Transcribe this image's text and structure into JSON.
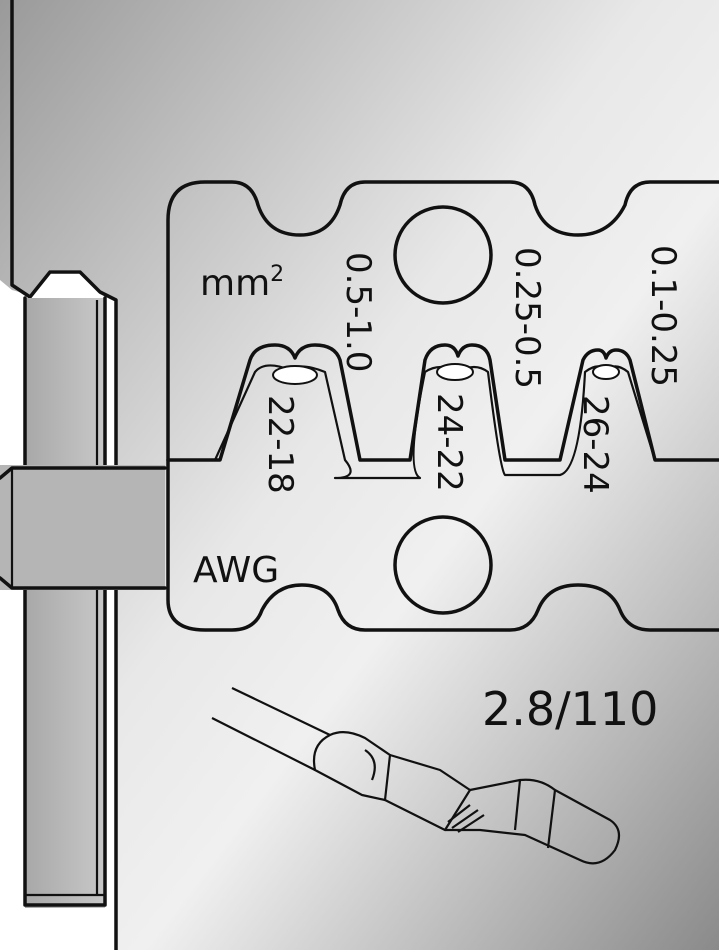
{
  "die": {
    "unit_mm2": "mm",
    "unit_sup": "2",
    "unit_awg": "AWG",
    "terminal_size": "2.8/110",
    "cross_sections_mm2": [
      "0.5-1.0",
      "0.25-0.5",
      "0.1-0.25"
    ],
    "awg_ranges": [
      "22-18",
      "24-22",
      "26-24"
    ]
  },
  "colors": {
    "plate_light": "#e6e6e6",
    "plate_dark": "#8c8c8c",
    "outline": "#111111"
  }
}
